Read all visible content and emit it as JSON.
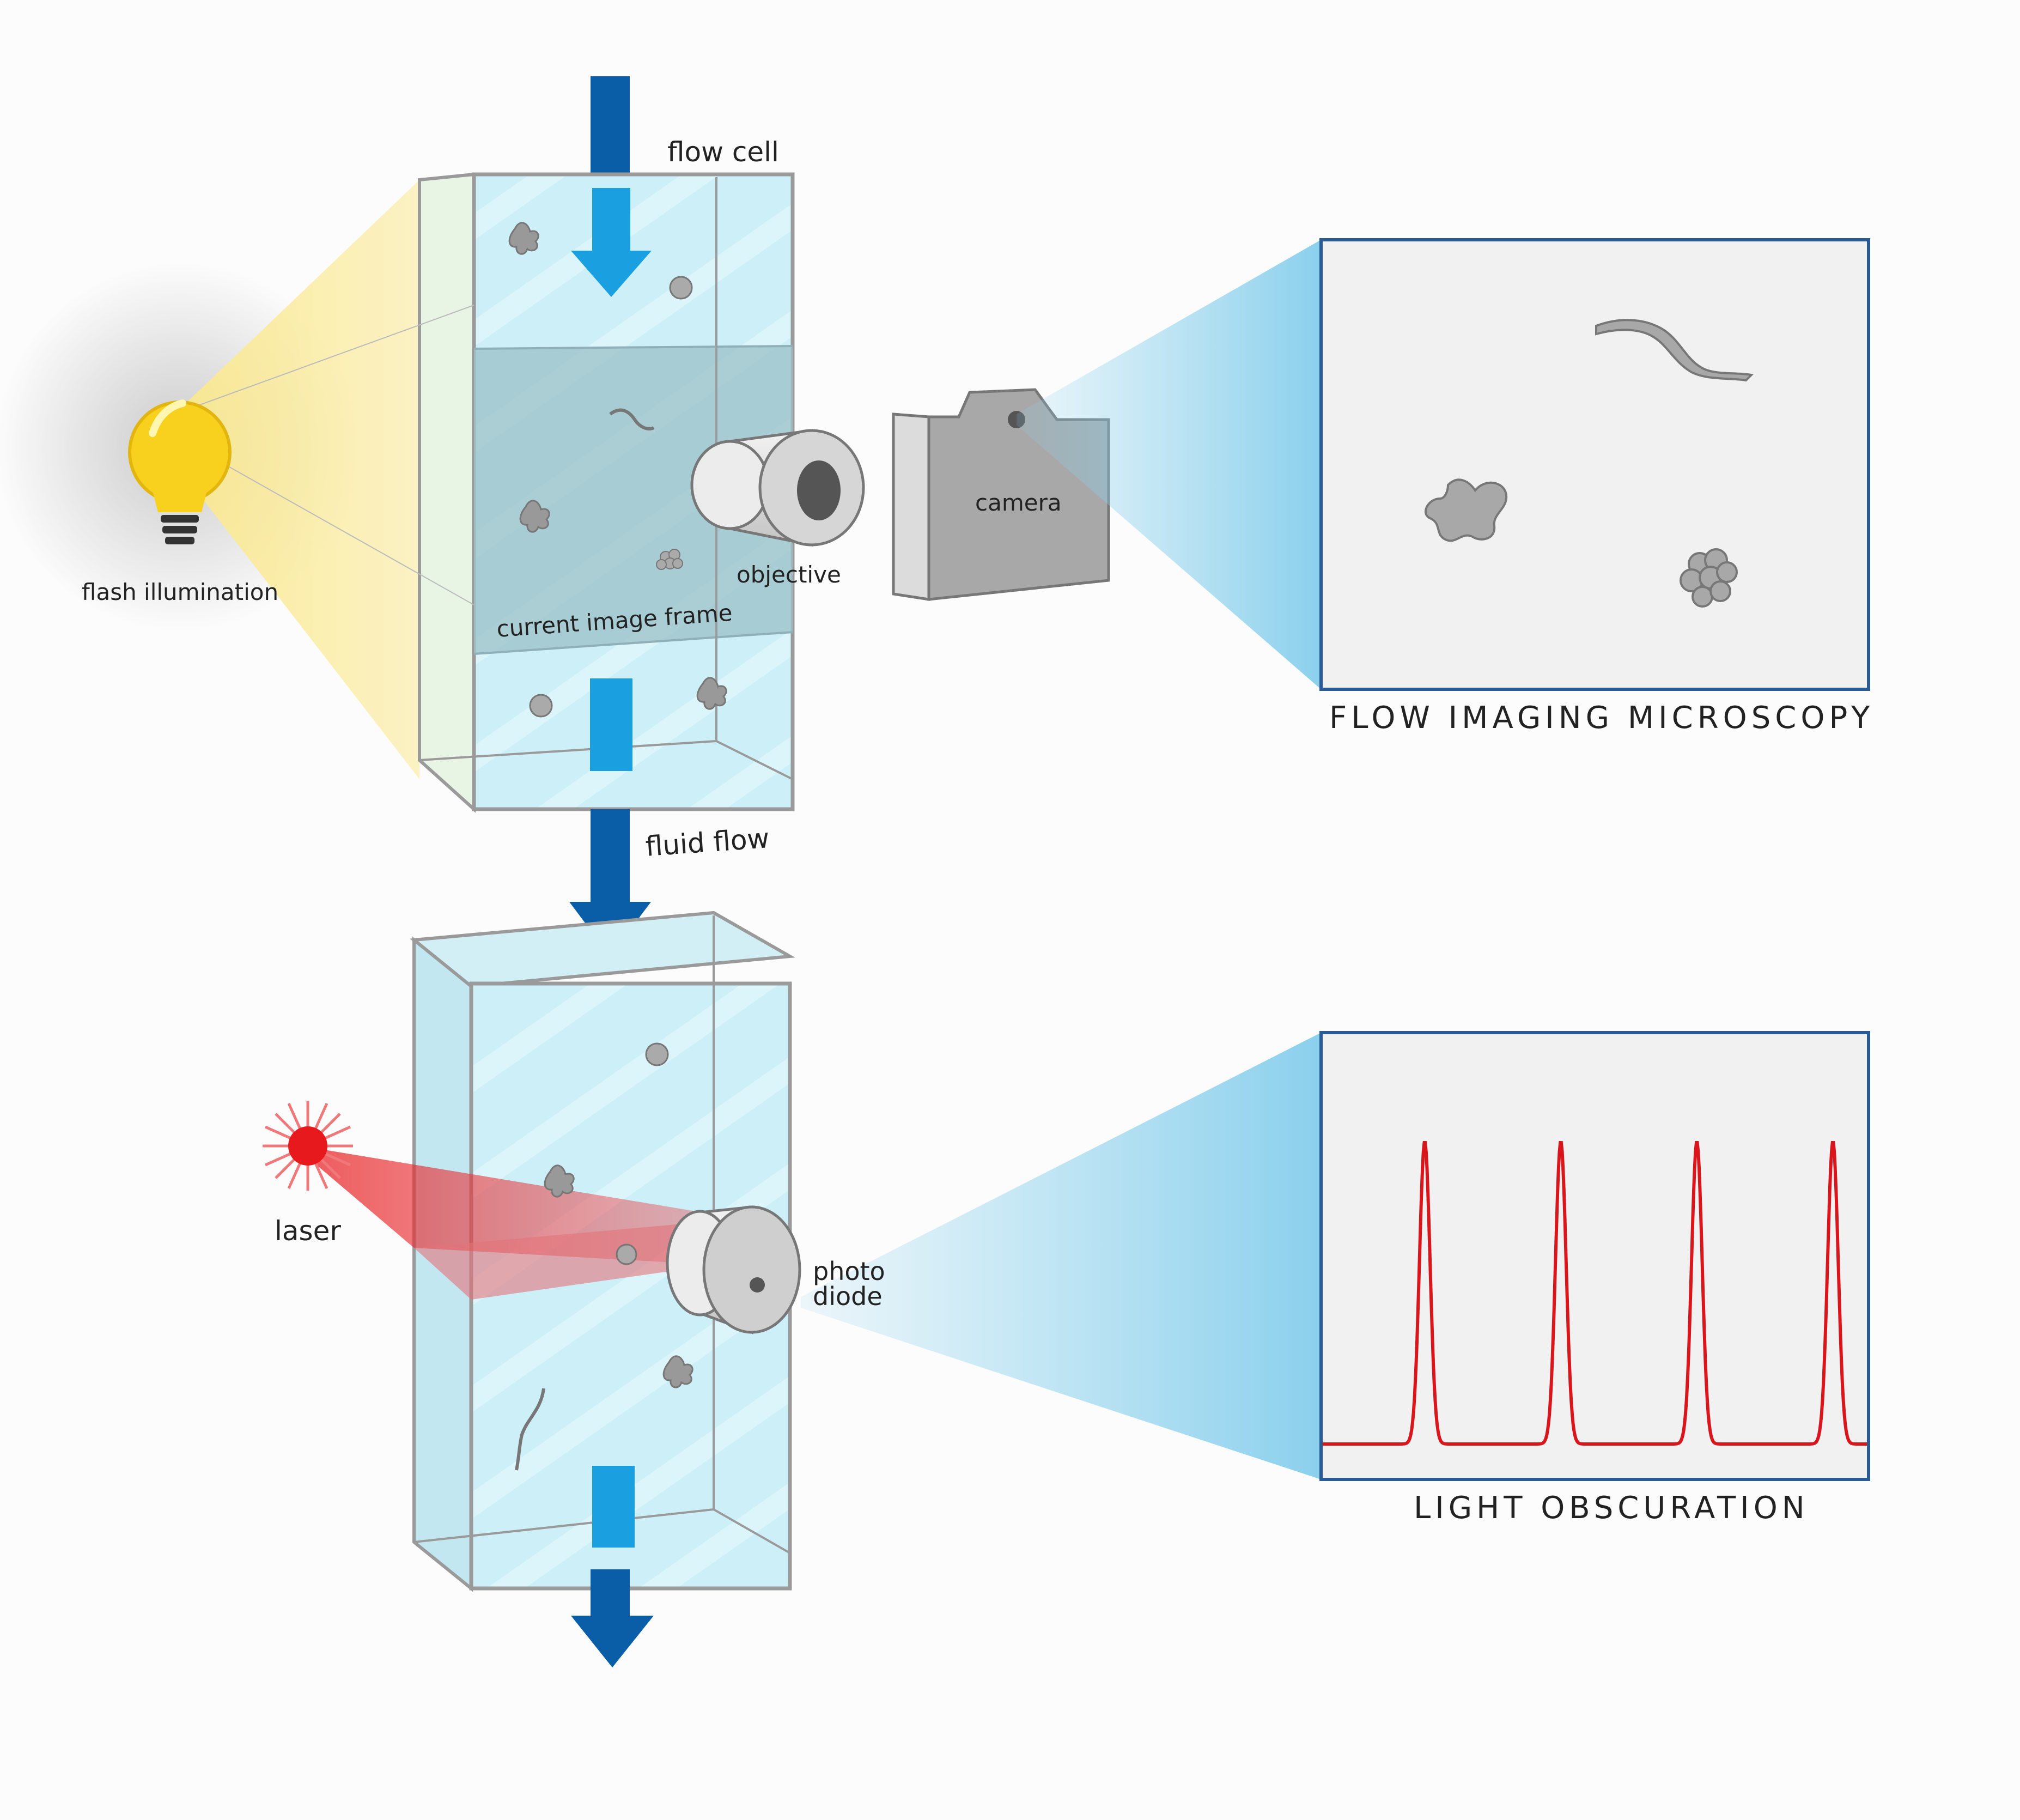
{
  "labels": {
    "flow_cell": "flow cell",
    "flash_illumination": "flash illumination",
    "current_image_frame": "current image frame",
    "objective": "objective",
    "camera": "camera",
    "fluid_flow": "fluid flow",
    "laser": "laser",
    "photo": "photo",
    "diode": "diode",
    "fim_title": "FLOW IMAGING MICROSCOPY",
    "lo_title": "LIGHT OBSCURATION"
  },
  "colors": {
    "flow_arrow": "#0a5ea8",
    "inner_arrow": "#1a9fe0",
    "glass": "#c7ecf6",
    "frame_band": "#9fc3cb",
    "bulb": "#f7d11e",
    "laser": "#e8191c",
    "signal": "#d9161c",
    "panel_border": "#2a5b95",
    "panel_fill": "#f1f1f1"
  },
  "chart_data": {
    "type": "line",
    "title": "LIGHT OBSCURATION",
    "xlabel": "",
    "ylabel": "",
    "series": [
      {
        "peaks_at": [
          1,
          2,
          3,
          4
        ],
        "peak_height": 1.0,
        "baseline": 0.0
      }
    ],
    "grid": false,
    "legend": "none"
  }
}
